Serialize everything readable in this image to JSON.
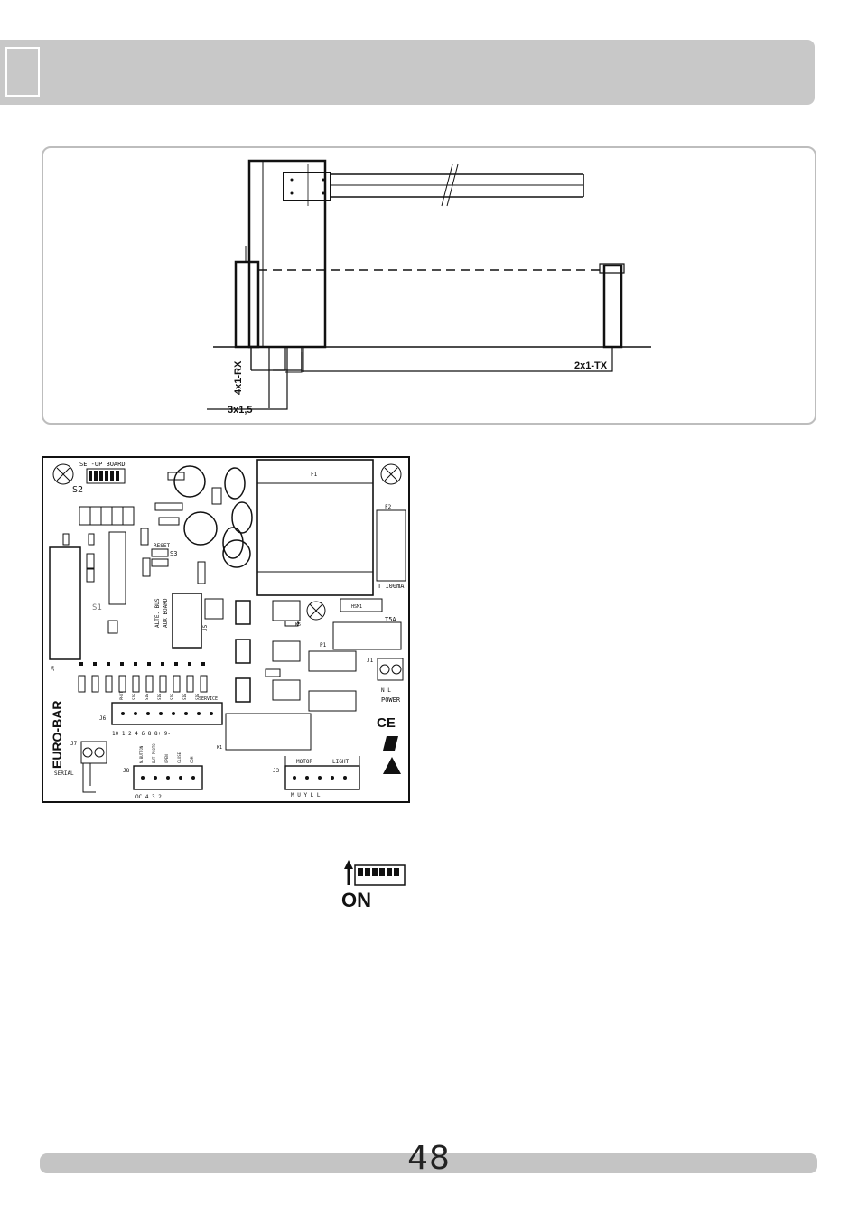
{
  "page": {
    "number": "48"
  },
  "installation": {
    "labels": {
      "rx_cable": "4x1-RX",
      "power_cable": "3x1,5",
      "tx_cable": "2x1-TX"
    }
  },
  "board": {
    "setup_board": "SET-UP BOARD",
    "s2": "S2",
    "f1": "F1",
    "f2": "F2",
    "fuse_t100": "T 100mA",
    "reset": "RESET",
    "s3": "S3",
    "s1": "S1",
    "aux_board": "AUX BOARD",
    "aux_board_alt": "ALTE. BUS",
    "j5": "J5",
    "hsm": "HSM1",
    "fuse_t5a": "T5A",
    "p1": "P1",
    "j1": "J1",
    "power": "POWER",
    "n_l": "N   L",
    "euro_bar": "EURO-BAR",
    "j6": "J6",
    "j7": "J7",
    "j8": "J8",
    "j3": "J3",
    "j4": "J4",
    "serial": "SERIAL",
    "motor": "MOTOR",
    "light": "LIGHT",
    "service": "SERVICE",
    "ce": "CE",
    "k5": "K5",
    "k1": "K1",
    "j6_pins": "10   1   2   4   6   8   8+  9-",
    "j8_pins": "OC          4   3   2",
    "j3_pins": "M  U  Y  L  L",
    "j8_labels": [
      "N.BUTTON",
      "BUT-PHOTO",
      "OPEN",
      "CLOSE",
      "COM"
    ],
    "j6_labels": [
      "PHOT",
      "SIG",
      "SIG",
      "SIG",
      "SIG",
      "SIG",
      "SIG"
    ]
  },
  "dip_switch": {
    "label": "ON"
  }
}
